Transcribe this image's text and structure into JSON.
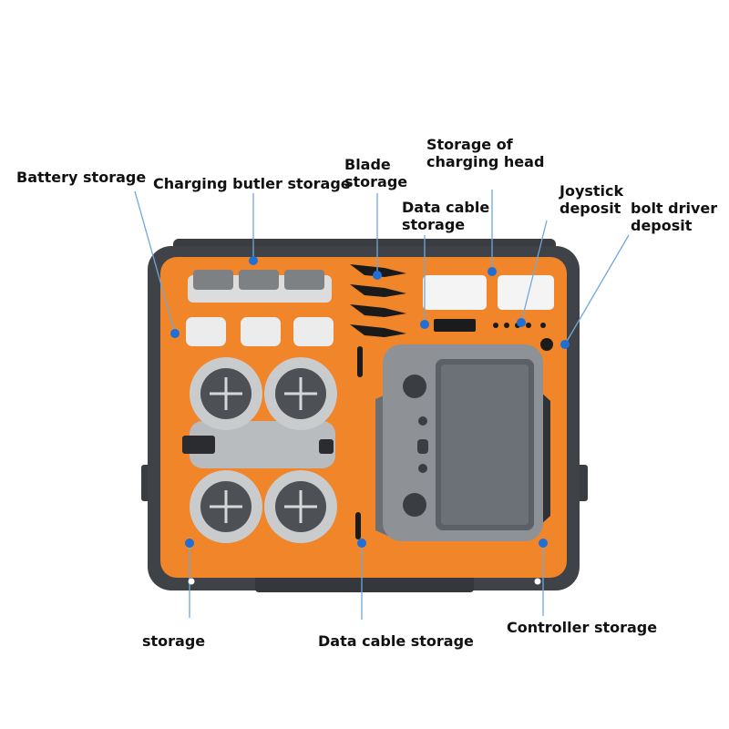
{
  "labels": {
    "battery_storage": "Battery storage",
    "charging_butler_storage": "Charging butler storage",
    "blade_storage_line1": "Blade",
    "blade_storage_line2": "storage",
    "storage_of_charging_head_line1": "Storage of",
    "storage_of_charging_head_line2": "charging head",
    "data_cable_storage_top_line1": "Data cable",
    "data_cable_storage_top_line2": "storage",
    "joystick_deposit_line1": "Joystick",
    "joystick_deposit_line2": "deposit",
    "bolt_driver_deposit_line1": "bolt driver",
    "bolt_driver_deposit_line2": "deposit",
    "storage": "storage",
    "data_cable_storage_bottom": "Data cable storage",
    "controller_storage": "Controller storage"
  },
  "colors": {
    "foam": "#f0852a",
    "case_shell": "#3f4348",
    "marker": "#1f6fd6",
    "leader_line": "#6fa8dc",
    "drone_gray": "#b9bcbf",
    "controller_gray": "#8e9297"
  }
}
